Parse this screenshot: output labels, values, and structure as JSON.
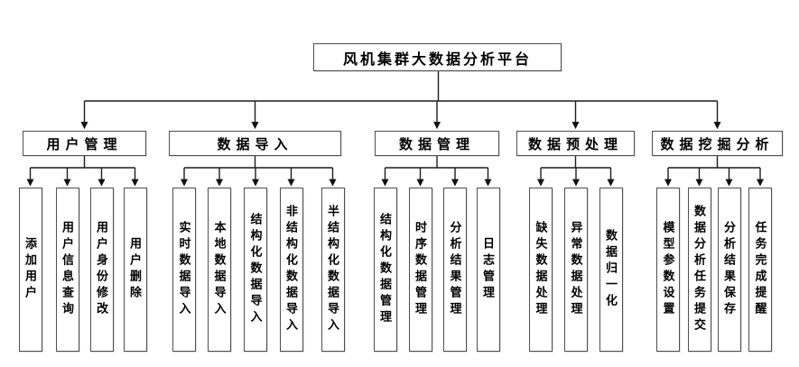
{
  "diagram": {
    "title": "风机集群大数据分析平台",
    "root": {
      "label": "风机集群大数据分析平台"
    },
    "groups": [
      {
        "label": "用户管理",
        "children": [
          "添加用户",
          "用户信息查询",
          "用户身份修改",
          "用户删除"
        ]
      },
      {
        "label": "数据导入",
        "children": [
          "实时数据导入",
          "本地数据导入",
          "结构化数据导入",
          "非结构化数据导入",
          "半结构化数据导入"
        ]
      },
      {
        "label": "数据管理",
        "children": [
          "结构化数据管理",
          "时序数据管理",
          "分析结果管理",
          "日志管理"
        ]
      },
      {
        "label": "数据预处理",
        "children": [
          "缺失数据处理",
          "异常数据处理",
          "数据归一化"
        ]
      },
      {
        "label": "数据挖掘分析",
        "children": [
          "模型参数设置",
          "数据分析任务提交",
          "分析结果保存",
          "任务完成提醒"
        ]
      }
    ],
    "colors": {
      "background": "#ffffff",
      "box_fill": "#ffffff",
      "box_border": "#4f4f51",
      "line": "#1c1c1c",
      "text": "#000000"
    }
  }
}
